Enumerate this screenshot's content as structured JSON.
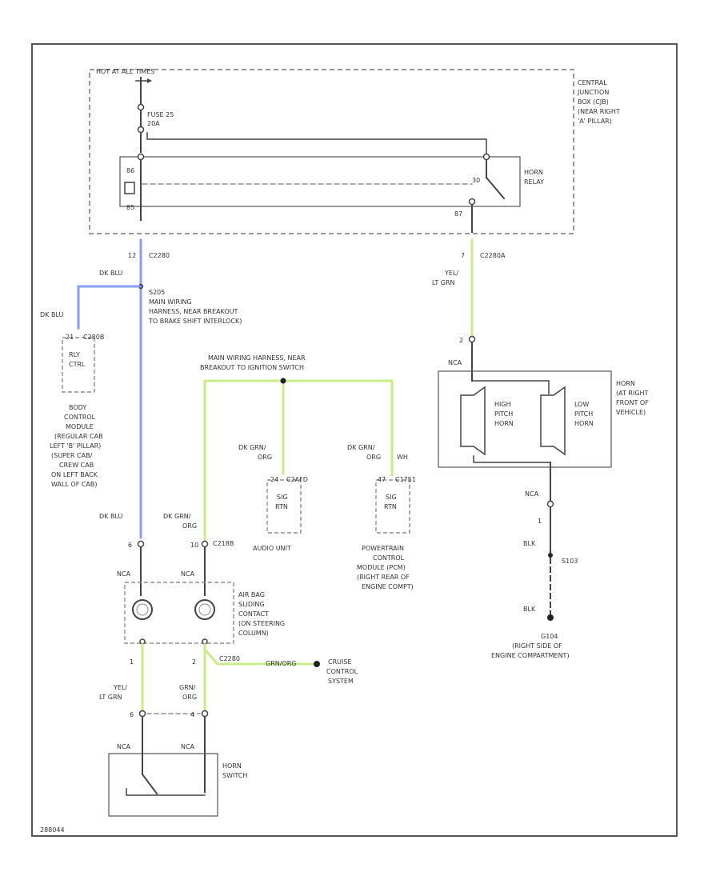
{
  "labels": {
    "hot": "HOT AT ALL TIMES",
    "fuse1": "FUSE 25",
    "fuse2": "20A",
    "cjb1": "CENTRAL",
    "cjb2": "JUNCTION",
    "cjb3": "BOX (CJB)",
    "cjb4": "(NEAR RIGHT",
    "cjb5": "'A' PILLAR)",
    "relay1": "HORN",
    "relay2": "RELAY",
    "pin86": "86",
    "pin85": "85",
    "pin30": "30",
    "pin87": "87",
    "c2280pin": "12",
    "c2280": "C2280",
    "c2280apin": "7",
    "c2280a": "C2280A",
    "wire_dkblu_top": "DK BLU",
    "wire_dkblu_left": "DK BLU",
    "wire_yel_ltgrn_a": "YEL/",
    "wire_yel_ltgrn_b": "LT GRN",
    "s205": "S205",
    "s205d1": "MAIN WIRING",
    "s205d2": "HARNESS, NEAR BREAKOUT",
    "s205d3": "TO BRAKE SHIFT INTERLOCK)",
    "c2280b_pin": "21",
    "c2280b": "C280B",
    "bcm_box1": "RLY",
    "bcm_box2": "CTRL",
    "bcm1": "BODY",
    "bcm2": "CONTROL",
    "bcm3": "MODULE",
    "bcm4": "(REGULAR CAB",
    "bcm5": "LEFT 'B' PILLAR)",
    "bcm6": "(SUPER CAB/",
    "bcm7": "CREW CAB",
    "bcm8": "ON LEFT BACK",
    "bcm9": "WALL OF CAB)",
    "splice1": "MAIN WIRING HARNESS, NEAR",
    "splice2": "BREAKOUT TO IGNITION SWITCH",
    "horn_pin": "2",
    "horn_nca": "NCA",
    "horn1": "HORN",
    "horn2": "(AT RIGHT",
    "horn3": "FRONT OF",
    "horn4": "VEHICLE)",
    "high1": "HIGH",
    "high2": "PITCH",
    "high3": "HORN",
    "low1": "LOW",
    "low2": "PITCH",
    "low3": "HORN",
    "wire_dkgrn_orn1a": "DK GRN/",
    "wire_dkgrn_orn1b": "ORG",
    "wire_dkgrn_orn2a": "DK GRN/",
    "wire_dkgrn_orn2b": "ORG",
    "wire_dkgrn_orn2c": "WH",
    "audio_pin": "24",
    "audio_conn": "C2AFD",
    "audio_box1": "SIG",
    "audio_box2": "RTN",
    "audio": "AUDIO UNIT",
    "pcm_pin": "47",
    "pcm_conn": "C1751",
    "pcm_box1": "SIG",
    "pcm_box2": "RTN",
    "pcm1": "POWERTRAIN",
    "pcm2": "CONTROL",
    "pcm3": "MODULE (PCM)",
    "pcm4": "(RIGHT REAR OF",
    "pcm5": "ENGINE COMPT)",
    "horn_nca2": "NCA",
    "horn_pin1": "1",
    "wire_blk1": "BLK",
    "s103": "S103",
    "wire_blk2": "BLK",
    "g104": "G104",
    "g104d1": "(RIGHT SIDE OF",
    "g104d2": "ENGINE COMPARTMENT)",
    "wire_dkblu_low": "DK BLU",
    "wire_dkgrn_org3a": "DK GRN/",
    "wire_dkgrn_org3b": "ORG",
    "c218_pin1": "6",
    "c218_pin2": "10",
    "c218": "C218B",
    "nca_a": "NCA",
    "nca_b": "NCA",
    "airbag1": "AIR BAG",
    "airbag2": "SLIDING",
    "airbag3": "CONTACT",
    "airbag4": "(ON STEERING",
    "airbag5": "COLUMN)",
    "pin_1": "1",
    "pin_2": "2",
    "cruise_conn": "C2280",
    "cruise_wire": "GRN/ORG",
    "cruise1": "CRUISE",
    "cruise2": "CONTROL",
    "cruise3": "SYSTEM",
    "wire_yel_b1": "YEL/",
    "wire_yel_b2": "LT GRN",
    "wire_grn_b1": "GRN/",
    "wire_grn_b2": "ORG",
    "sw_pin1": "6",
    "sw_pin2": "4",
    "sw_nca1": "NCA",
    "sw_nca2": "NCA",
    "hs1": "HORN",
    "hs2": "SWITCH",
    "code": "288044"
  },
  "colors": {
    "frame": "#555555",
    "wire": "#444444",
    "blue": "#8a9cf0",
    "green": "#c9ec88",
    "dash": "#777777"
  }
}
